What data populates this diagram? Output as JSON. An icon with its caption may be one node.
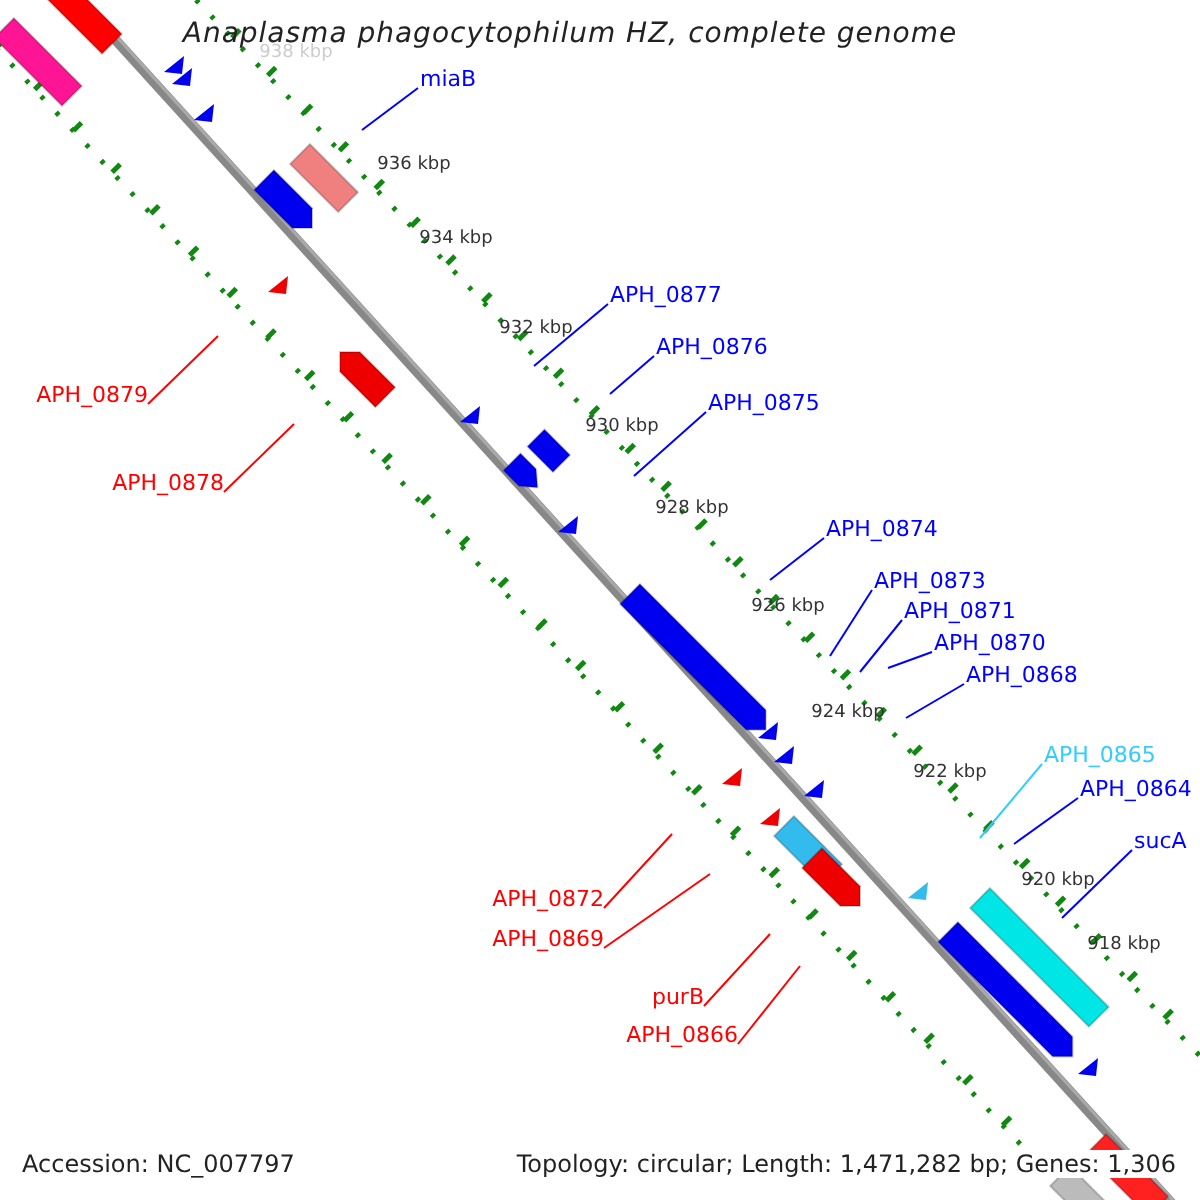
{
  "diagram": {
    "title": "Anaplasma phagocytophilum HZ, complete genome",
    "nodes": [
      {
        "text": [
          "miaB"
        ]
      },
      {
        "text": [
          "APH_0877"
        ]
      },
      {
        "text": [
          "APH_0876"
        ]
      },
      {
        "text": [
          "APH_0879"
        ]
      },
      {
        "text": [
          "APH_0875"
        ]
      },
      {
        "text": [
          "APH_0878"
        ]
      },
      {
        "text": [
          "APH_0874"
        ]
      },
      {
        "text": [
          "APH_0873"
        ]
      },
      {
        "text": [
          "APH_0871"
        ]
      },
      {
        "text": [
          "APH_0870"
        ]
      },
      {
        "text": [
          "APH_0868"
        ]
      },
      {
        "text": [
          "APH_0865"
        ]
      },
      {
        "text": [
          "APH_0864"
        ]
      },
      {
        "text": [
          "sucA"
        ]
      },
      {
        "text": [
          "APH_0872"
        ]
      },
      {
        "text": [
          "APH_0869"
        ]
      },
      {
        "text": [
          "purB"
        ]
      },
      {
        "text": [
          "APH_0866"
        ]
      }
    ],
    "edges": [
      {
        "from": 0,
        "to": null,
        "arrow": "none"
      },
      {
        "from": 1,
        "to": null,
        "arrow": "none"
      },
      {
        "from": 2,
        "to": null,
        "arrow": "none"
      },
      {
        "from": 3,
        "to": null,
        "arrow": "none",
        "color": "#ff0000"
      },
      {
        "from": 4,
        "to": null,
        "arrow": "none"
      },
      {
        "from": 5,
        "to": null,
        "arrow": "none",
        "color": "#ff0000"
      },
      {
        "from": 6,
        "to": null,
        "arrow": "none"
      },
      {
        "from": 7,
        "to": null,
        "arrow": "none"
      },
      {
        "from": 8,
        "to": null,
        "arrow": "none"
      },
      {
        "from": 9,
        "to": null,
        "arrow": "none"
      },
      {
        "from": 10,
        "to": null,
        "arrow": "none"
      },
      {
        "from": 11,
        "to": null,
        "arrow": "none",
        "color": "#33ccff"
      },
      {
        "from": 12,
        "to": null,
        "arrow": "none"
      },
      {
        "from": 13,
        "to": null,
        "arrow": "none"
      },
      {
        "from": 14,
        "to": null,
        "arrow": "none",
        "color": "#ff0000"
      },
      {
        "from": 15,
        "to": null,
        "arrow": "none",
        "color": "#ff0000"
      },
      {
        "from": 16,
        "to": null,
        "arrow": "none",
        "color": "#ff0000"
      },
      {
        "from": 17,
        "to": null,
        "arrow": "none",
        "color": "#ff0000"
      }
    ],
    "labels": [
      "938 kbp",
      "936 kbp",
      "934 kbp",
      "932 kbp",
      "930 kbp",
      "928 kbp",
      "926 kbp",
      "924 kbp",
      "922 kbp",
      "920 kbp",
      "918 kbp",
      "Accession: NC_007797",
      "Topology: circular; Length: 1,471,282 bp; Genes: 1,306"
    ]
  }
}
